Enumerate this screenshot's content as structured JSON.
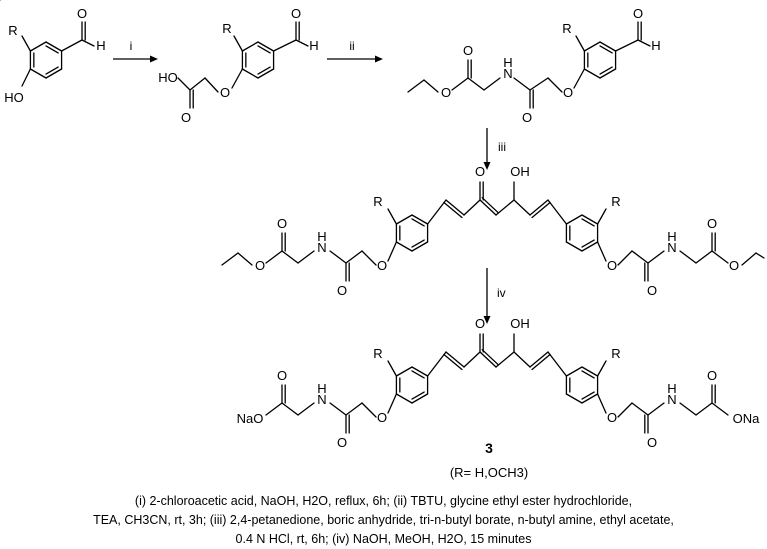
{
  "atoms": {
    "r": "R",
    "ho": "HO",
    "h": "H",
    "o": "O",
    "oh": "OH",
    "hn": "H",
    "n": "N",
    "na_o": "NaO",
    "o_na": "ONa"
  },
  "steps": {
    "i": "i",
    "ii": "ii",
    "iii": "iii",
    "iv": "iv"
  },
  "compound_number": "3",
  "r_definition": "(R= H,OCH3)",
  "conditions": [
    "(i) 2-chloroacetic acid, NaOH, H2O, reflux, 6h; (ii) TBTU, glycine ethyl ester hydrochloride,",
    "TEA, CH3CN, rt, 3h; (iii) 2,4-petanedione, boric anhydride, tri-n-butyl borate, n-butyl amine, ethyl acetate,",
    "0.4 N HCl, rt, 6h; (iv) NaOH, MeOH, H2O, 15 minutes"
  ]
}
